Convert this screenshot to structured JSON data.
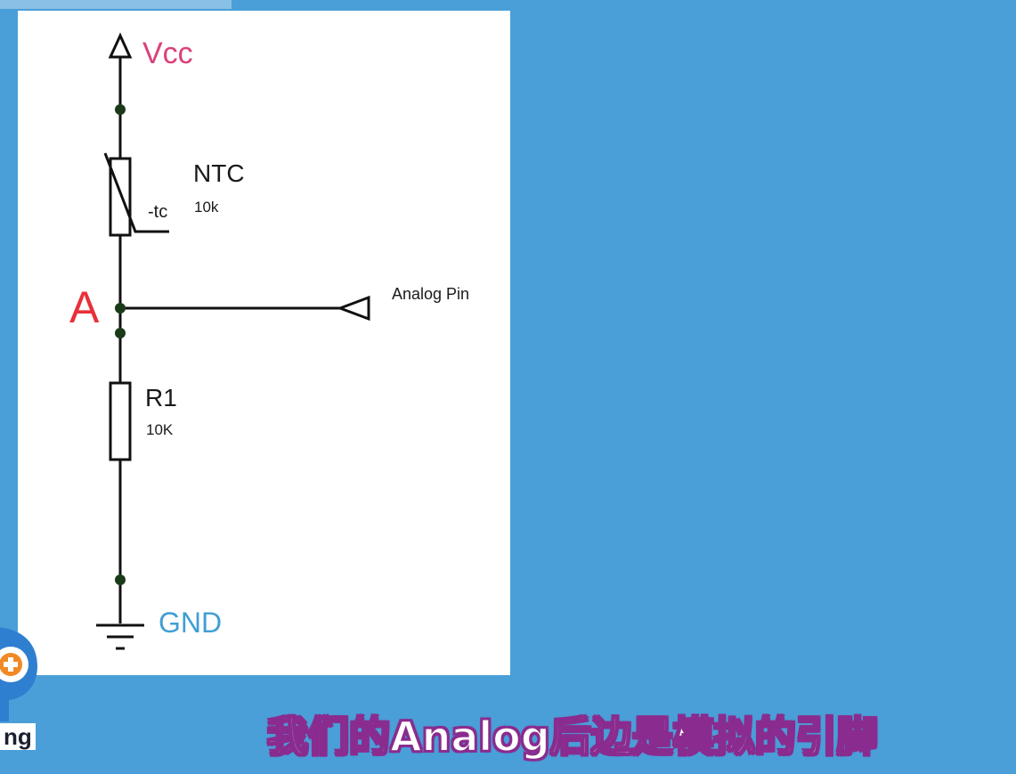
{
  "diagram": {
    "vcc_label": "Vcc",
    "ntc_name": "NTC",
    "ntc_value": "10k",
    "ntc_coefficient": "-tc",
    "node_label": "A",
    "pin_label": "Analog Pin",
    "r1_name": "R1",
    "r1_value": "10K",
    "gnd_label": "GND"
  },
  "subtitle": "我们的Analog后边是模拟的引脚",
  "logo": {
    "text": "ng",
    "icon": "logo-icon"
  },
  "colors": {
    "background": "#4a9fd8",
    "vcc": "#d9427b",
    "node": "#e8303a",
    "gnd": "#3f9fd4",
    "subtitle_outline": "#8a2c8f"
  }
}
